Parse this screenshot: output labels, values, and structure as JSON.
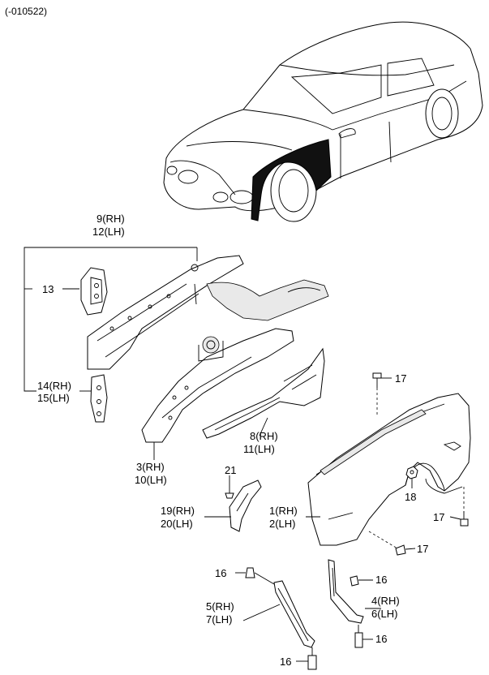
{
  "diagram": {
    "code": "(-010522)",
    "labels": {
      "p9": "9(RH)",
      "p12": "12(LH)",
      "p13": "13",
      "p14": "14(RH)",
      "p15": "15(LH)",
      "p3": "3(RH)",
      "p10": "10(LH)",
      "p8": "8(RH)",
      "p11": "11(LH)",
      "p17a": "17",
      "p17b": "17",
      "p17c": "17",
      "p18": "18",
      "p21": "21",
      "p19": "19(RH)",
      "p20": "20(LH)",
      "p1": "1(RH)",
      "p2": "2(LH)",
      "p16a": "16",
      "p16b": "16",
      "p16c": "16",
      "p5": "5(RH)",
      "p7": "7(LH)",
      "p4": "4(RH)",
      "p6": "6(LH)"
    }
  }
}
